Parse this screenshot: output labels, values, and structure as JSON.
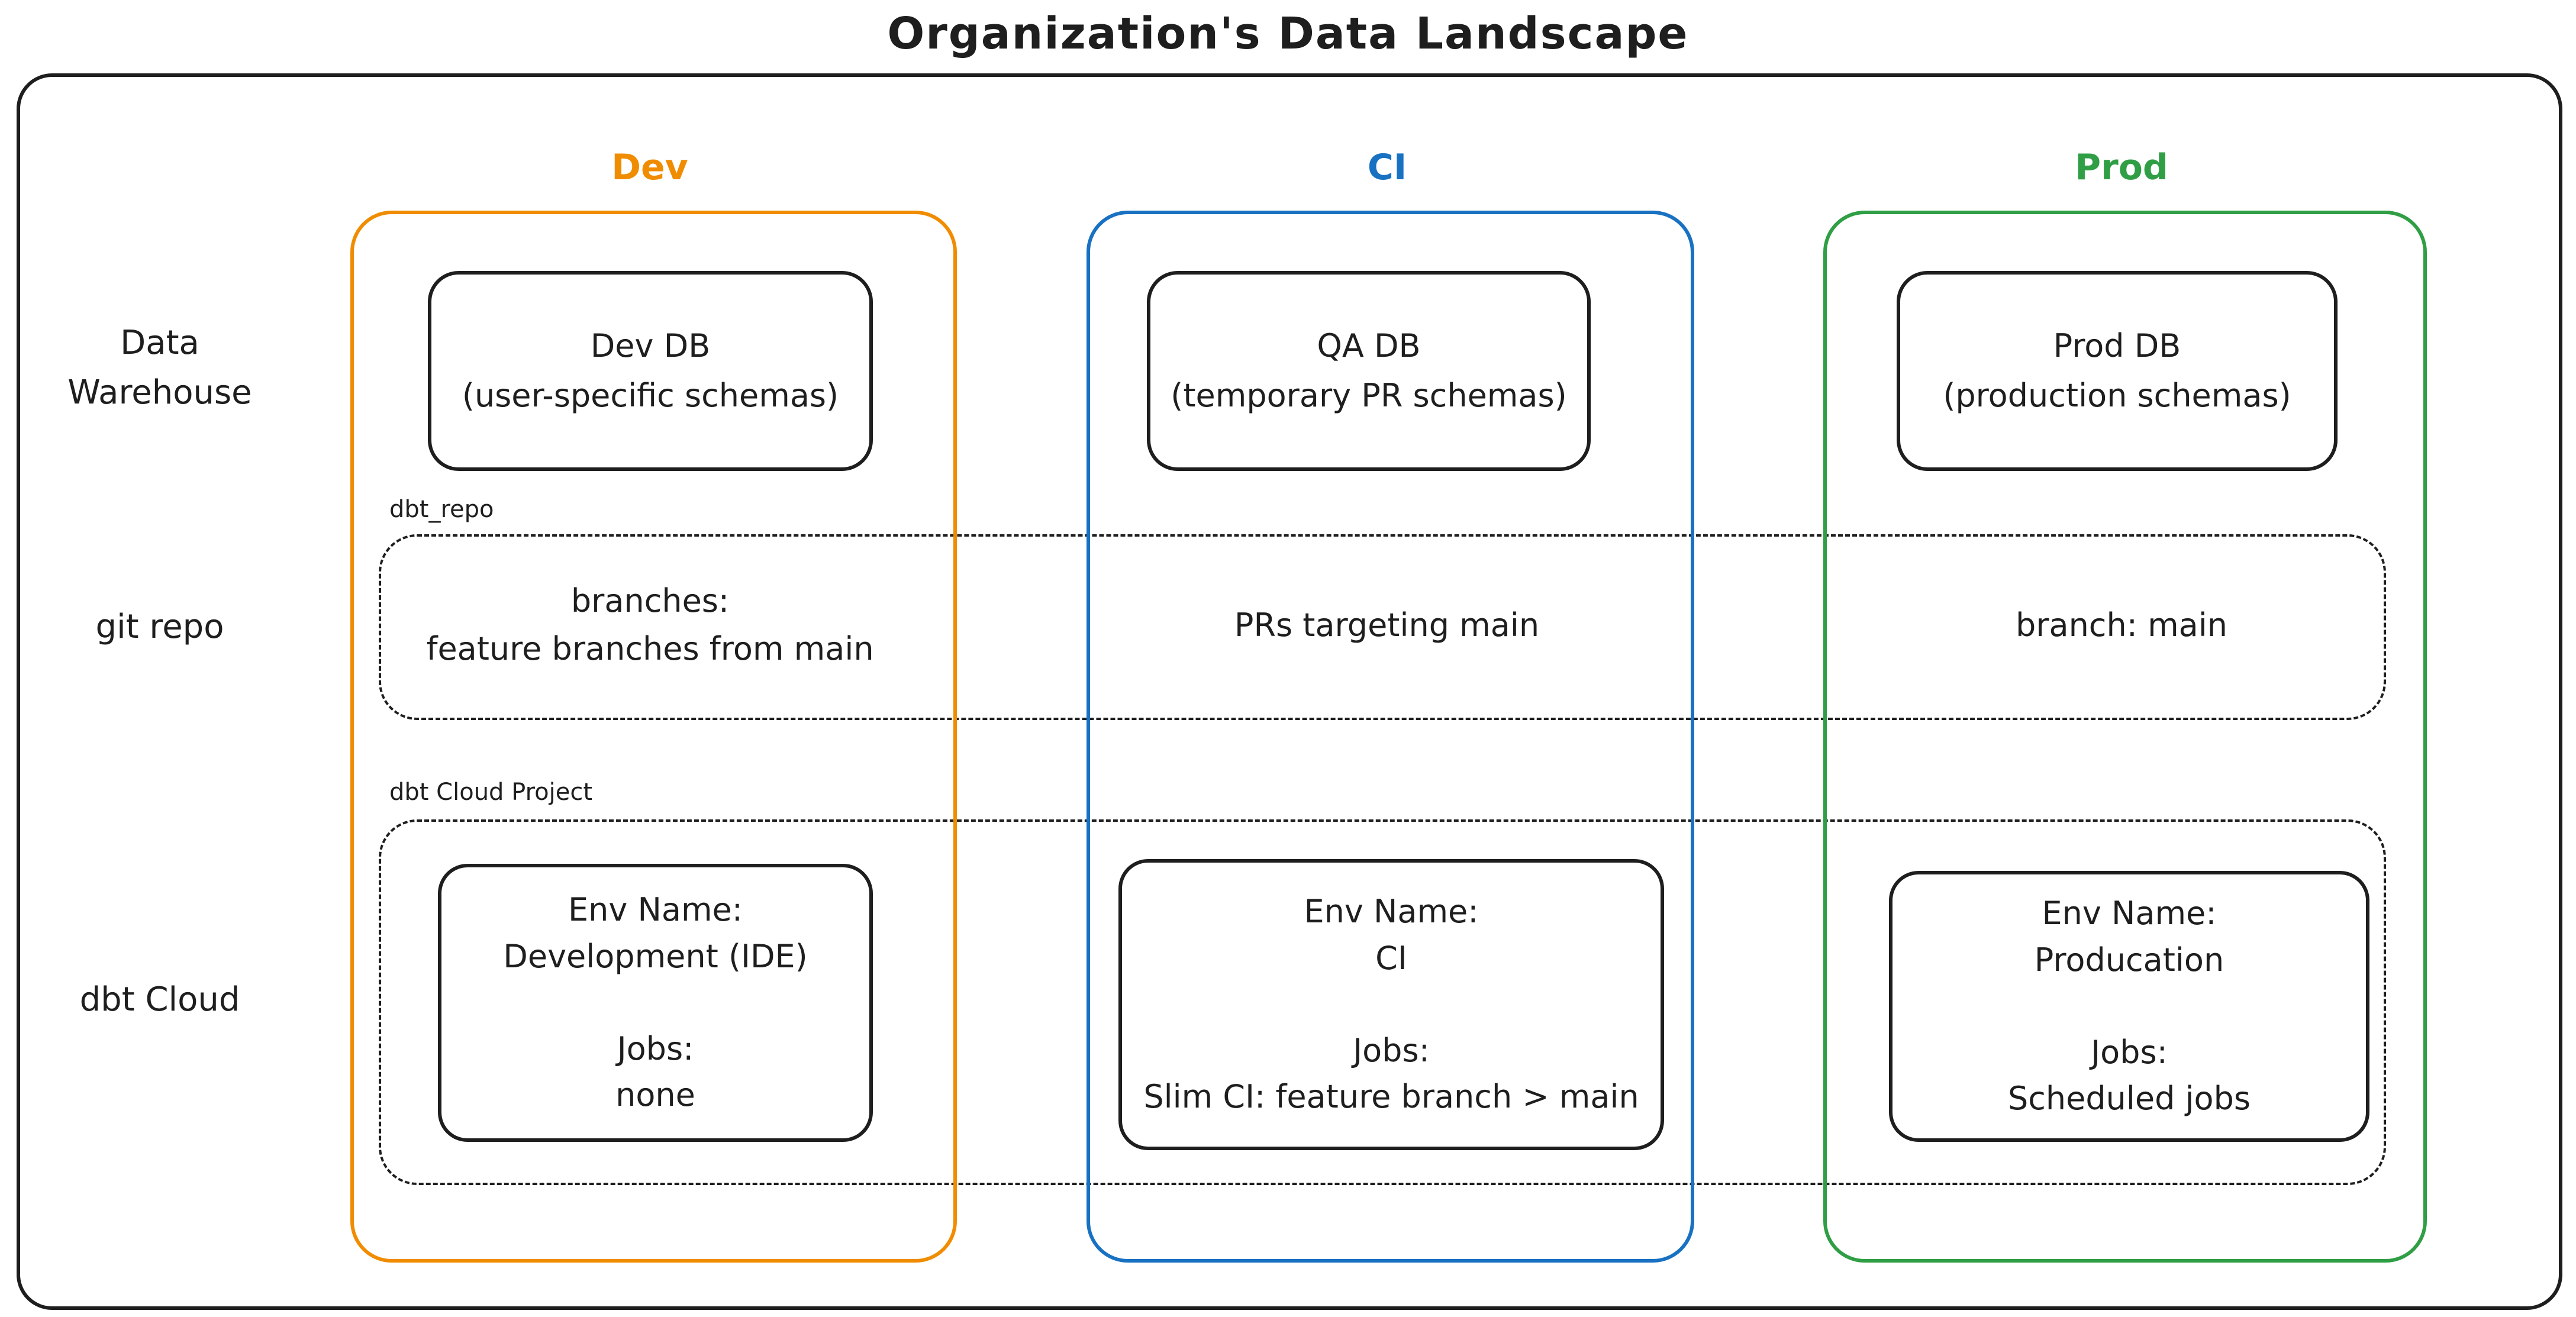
{
  "title": "Organization's Data Landscape",
  "colors": {
    "ink": "#1e1e1e",
    "dev_accent": "#f08c00",
    "ci_accent": "#1971c2",
    "prod_accent": "#2f9e44"
  },
  "row_labels": {
    "warehouse": "Data\nWarehouse",
    "git": "git repo",
    "dbt": "dbt Cloud"
  },
  "sections": {
    "git_repo_label": "dbt_repo",
    "dbt_cloud_label": "dbt Cloud Project"
  },
  "columns": [
    {
      "id": "dev",
      "header": "Dev",
      "db_text": "Dev DB\n(user-specific schemas)",
      "git_text": "branches:\nfeature branches from main",
      "dbt_text": "Env Name:\nDevelopment (IDE)\n\nJobs:\nnone"
    },
    {
      "id": "ci",
      "header": "CI",
      "db_text": "QA DB\n(temporary PR schemas)",
      "git_text": "PRs targeting main",
      "dbt_text": "Env Name:\nCI\n\nJobs:\nSlim CI: feature branch > main"
    },
    {
      "id": "prod",
      "header": "Prod",
      "db_text": "Prod DB\n(production schemas)",
      "git_text": "branch: main",
      "dbt_text": "Env Name:\nProducation\n\nJobs:\nScheduled jobs"
    }
  ]
}
